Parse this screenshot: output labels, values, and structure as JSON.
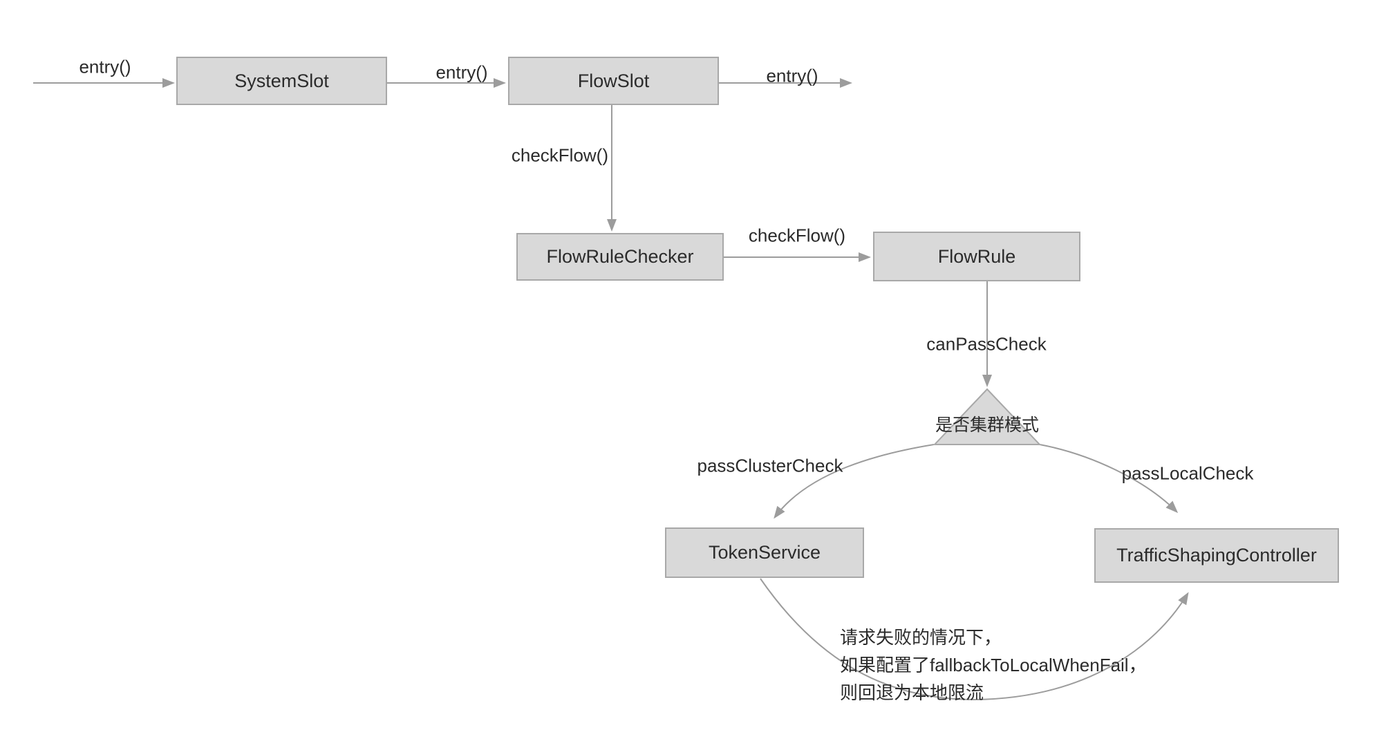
{
  "diagram": {
    "title": "Sentinel flow-control slot chain diagram",
    "nodes": {
      "system_slot": "SystemSlot",
      "flow_slot": "FlowSlot",
      "flow_rule_checker": "FlowRuleChecker",
      "flow_rule": "FlowRule",
      "token_service": "TokenService",
      "traffic_shaping_controller": "TrafficShapingController"
    },
    "decision": {
      "label": "是否集群模式"
    },
    "edge_labels": {
      "entry_1": "entry()",
      "entry_2": "entry()",
      "entry_3": "entry()",
      "check_flow_1": "checkFlow()",
      "check_flow_2": "checkFlow()",
      "can_pass_check": "canPassCheck",
      "pass_cluster_check": "passClusterCheck",
      "pass_local_check": "passLocalCheck"
    },
    "note": {
      "line1": "请求失败的情况下，",
      "line2": "如果配置了fallbackToLocalWhenFail，",
      "line3": "则回退为本地限流"
    },
    "colors": {
      "background": "#ffffff",
      "node_fill": "#d9d9d9",
      "node_border": "#a8a8a8",
      "line": "#9c9c9c",
      "arrowhead": "#9c9c9c",
      "text": "#2b2b2b"
    }
  }
}
